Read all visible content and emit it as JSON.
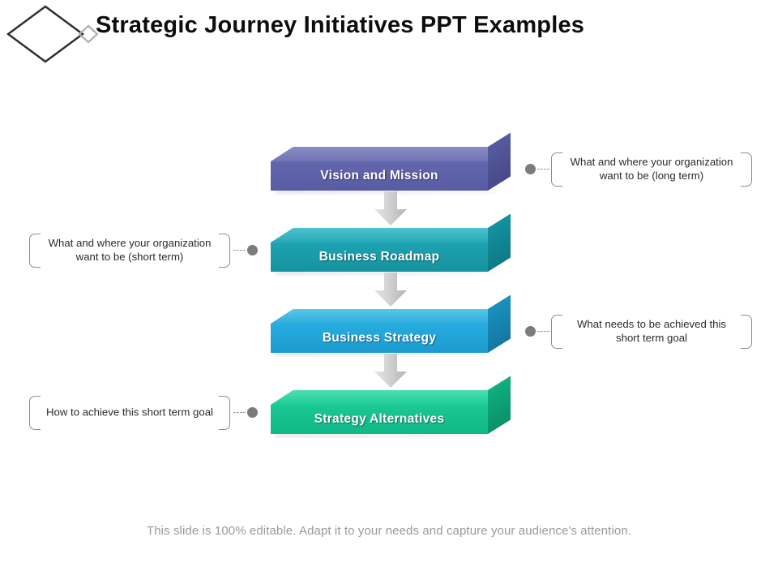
{
  "header": {
    "title": "Strategic Journey Initiatives PPT Examples",
    "logo_icon": "diamond-outline-logo"
  },
  "diagram": {
    "type": "vertical-process-flow",
    "steps": [
      {
        "id": "vision-and-mission",
        "label": "Vision and Mission",
        "color_front": "#5d61a9",
        "color_top": "#7f83c0",
        "color_side": "#4a4e8e",
        "callout_side": "right",
        "callout": "What and where your organization want to be (long term)"
      },
      {
        "id": "business-roadmap",
        "label": "Business Roadmap",
        "color_front": "#1899a8",
        "color_top": "#3fbbc6",
        "color_side": "#137d8a",
        "callout_side": "left",
        "callout": "What and where your organization want to be (short term)"
      },
      {
        "id": "business-strategy",
        "label": "Business Strategy",
        "color_front": "#1fa5d6",
        "color_top": "#4cc0e4",
        "color_side": "#1886b1",
        "callout_side": "right",
        "callout": "What needs to be achieved this short term goal"
      },
      {
        "id": "strategy-alternatives",
        "label": "Strategy Alternatives",
        "color_front": "#13be8d",
        "color_top": "#3fd7a8",
        "color_side": "#0d9c73",
        "callout_side": "left",
        "callout": "How to achieve this short term goal"
      }
    ],
    "arrow_icon": "arrow-down-icon",
    "arrow_color": "#c9c9c9"
  },
  "footer": {
    "note": "This slide is 100% editable. Adapt it to your needs and capture your audience's attention."
  }
}
